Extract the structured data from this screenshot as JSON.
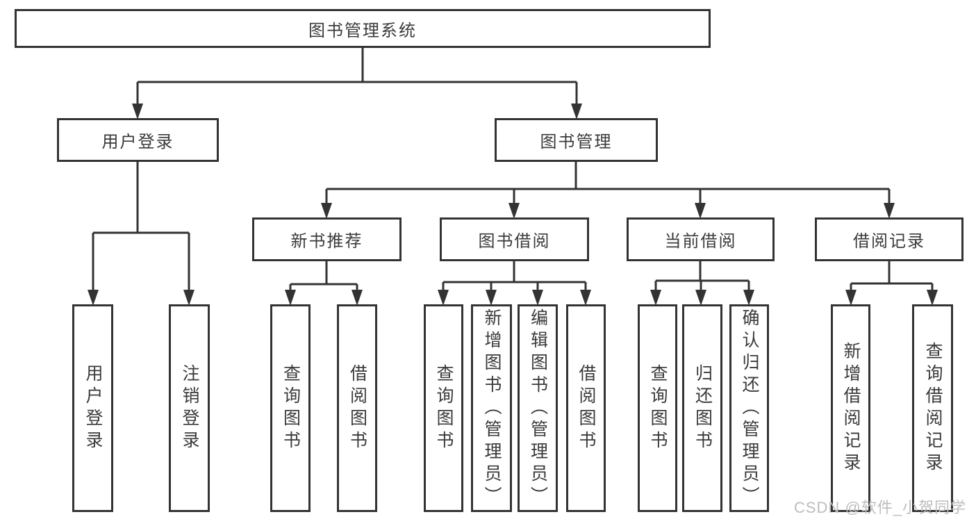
{
  "diagram": {
    "title": "图书管理系统",
    "watermark": "CSDN @软件_小贺同学",
    "colors": {
      "line": "#333333",
      "border": "#333333",
      "fill": "#ffffff",
      "text": "#3a3a3a",
      "watermark": "#bdbdbd"
    },
    "nodes": {
      "root": {
        "label": "图书管理系统",
        "level": 1
      },
      "login": {
        "label": "用户登录",
        "level": 2,
        "parent": "root"
      },
      "mgmt": {
        "label": "图书管理",
        "level": 2,
        "parent": "root"
      },
      "rec": {
        "label": "新书推荐",
        "level": 3,
        "parent": "mgmt"
      },
      "borrow": {
        "label": "图书借阅",
        "level": 3,
        "parent": "mgmt"
      },
      "current": {
        "label": "当前借阅",
        "level": 3,
        "parent": "mgmt"
      },
      "records": {
        "label": "借阅记录",
        "level": 3,
        "parent": "mgmt"
      },
      "leaf_login": {
        "label": "用户登录",
        "level": 4,
        "parent": "login"
      },
      "leaf_logout": {
        "label": "注销登录",
        "level": 4,
        "parent": "login"
      },
      "leaf_rec_query": {
        "label": "查询图书",
        "level": 4,
        "parent": "rec"
      },
      "leaf_rec_borrow": {
        "label": "借阅图书",
        "level": 4,
        "parent": "rec"
      },
      "leaf_bb_query": {
        "label": "查询图书",
        "level": 4,
        "parent": "borrow"
      },
      "leaf_bb_add": {
        "label": "新增图书（管理员）",
        "level": 4,
        "parent": "borrow"
      },
      "leaf_bb_edit": {
        "label": "编辑图书（管理员）",
        "level": 4,
        "parent": "borrow"
      },
      "leaf_bb_borrow": {
        "label": "借阅图书",
        "level": 4,
        "parent": "borrow"
      },
      "leaf_cb_query": {
        "label": "查询图书",
        "level": 4,
        "parent": "current"
      },
      "leaf_cb_return": {
        "label": "归还图书",
        "level": 4,
        "parent": "current"
      },
      "leaf_cb_confirm": {
        "label": "确认归还（管理员）",
        "level": 4,
        "parent": "current"
      },
      "leaf_br_add": {
        "label": "新增借阅记录",
        "level": 4,
        "parent": "records"
      },
      "leaf_br_query": {
        "label": "查询借阅记录",
        "level": 4,
        "parent": "records"
      }
    }
  }
}
